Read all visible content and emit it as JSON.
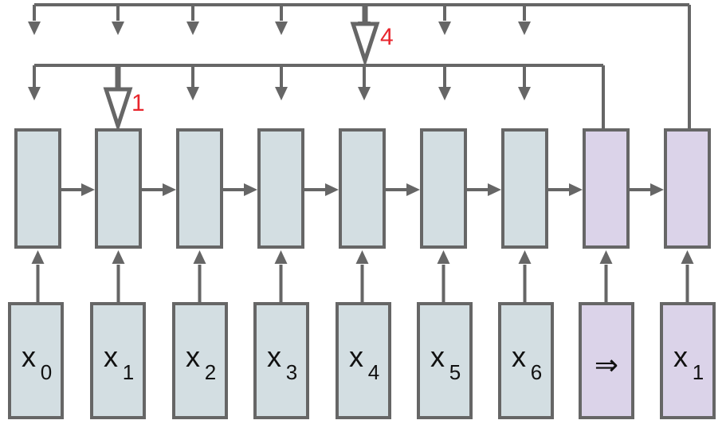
{
  "colors": {
    "stroke": "#666666",
    "context_fill": "#d3dee2",
    "query_fill": "#dbd3e9",
    "annotation": "#e8262d"
  },
  "tokens": [
    {
      "base": "x",
      "sub": "0",
      "kind": "context"
    },
    {
      "base": "x",
      "sub": "1",
      "kind": "context"
    },
    {
      "base": "x",
      "sub": "2",
      "kind": "context"
    },
    {
      "base": "x",
      "sub": "3",
      "kind": "context"
    },
    {
      "base": "x",
      "sub": "4",
      "kind": "context"
    },
    {
      "base": "x",
      "sub": "5",
      "kind": "context"
    },
    {
      "base": "x",
      "sub": "6",
      "kind": "context"
    },
    {
      "symbol": "⇒",
      "kind": "query"
    },
    {
      "base": "x",
      "sub": "1",
      "kind": "query"
    }
  ],
  "annotations": {
    "lower_bus_label": "1",
    "upper_bus_label": "4"
  }
}
